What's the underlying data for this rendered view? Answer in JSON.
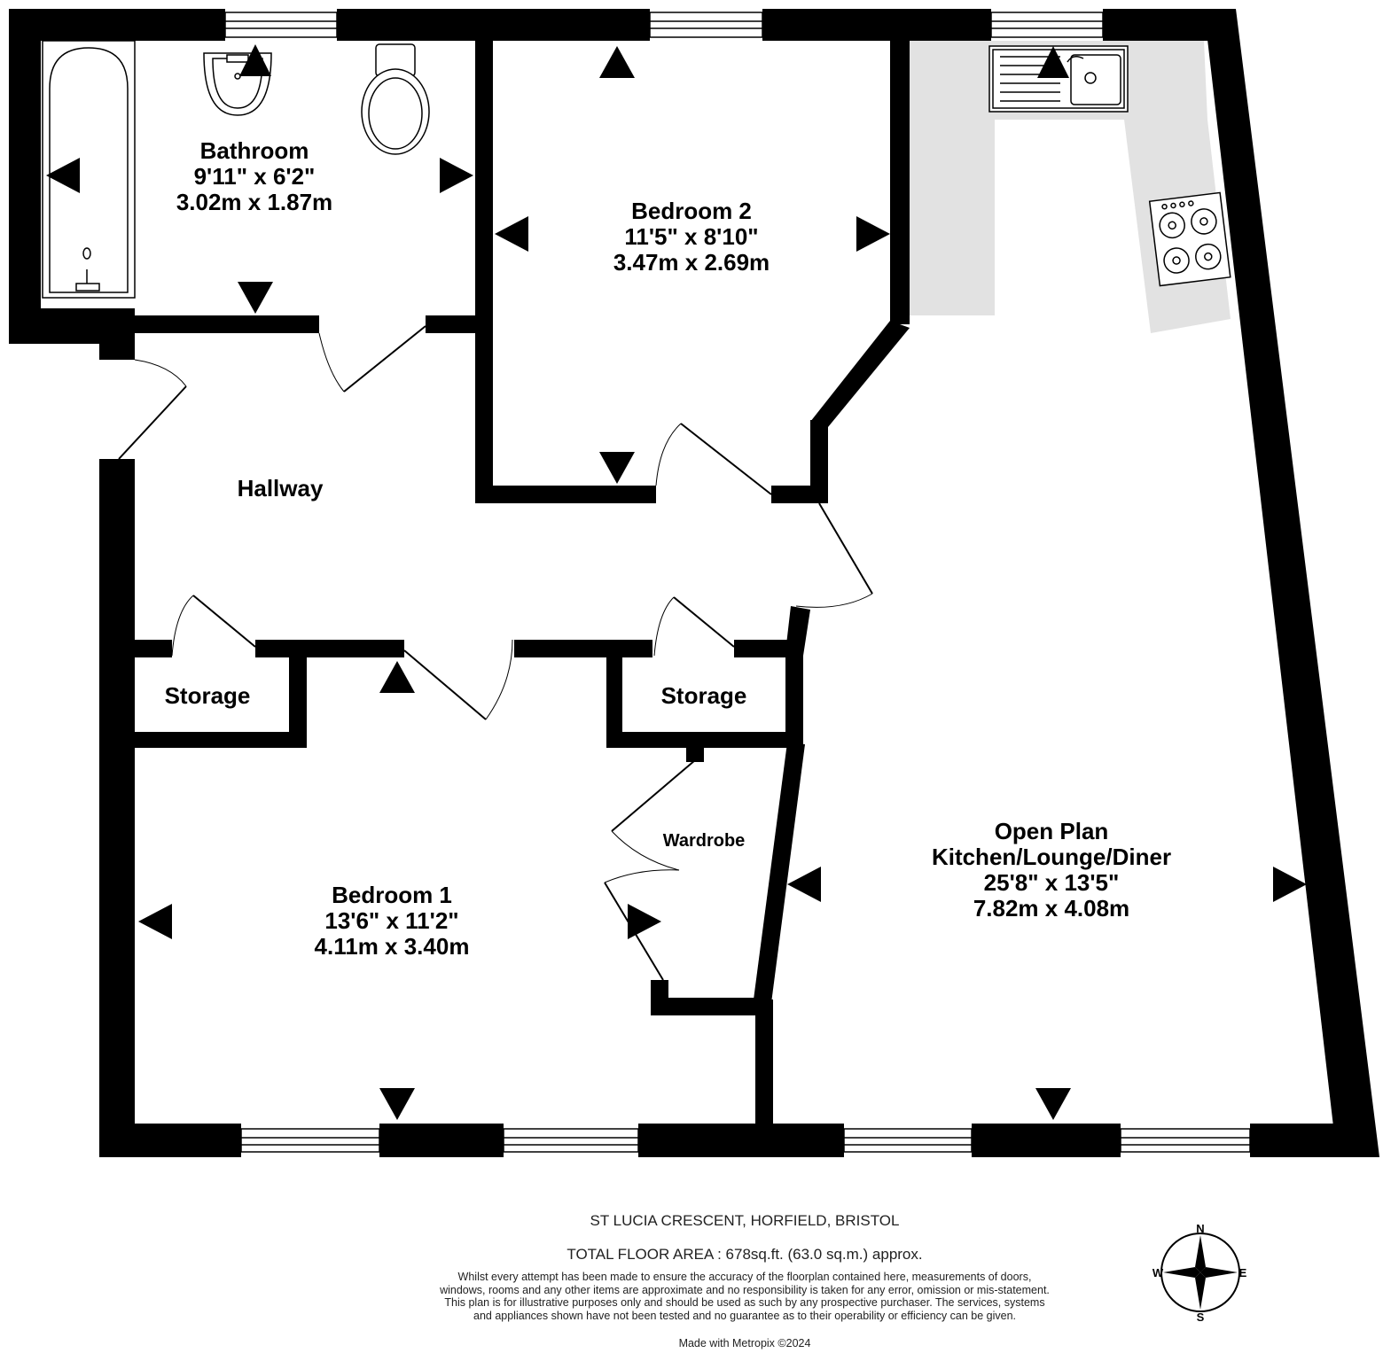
{
  "rooms": {
    "bathroom": {
      "name": "Bathroom",
      "imperial": "9'11\"  x 6'2\"",
      "metric": "3.02m  x 1.87m"
    },
    "bedroom2": {
      "name": "Bedroom 2",
      "imperial": "11'5\"  x 8'10\"",
      "metric": "3.47m  x 2.69m"
    },
    "hallway": {
      "name": "Hallway"
    },
    "storage_left": {
      "name": "Storage"
    },
    "storage_right": {
      "name": "Storage"
    },
    "wardrobe": {
      "name": "Wardrobe"
    },
    "bedroom1": {
      "name": "Bedroom 1",
      "imperial": "13'6\"  x 11'2\"",
      "metric": "4.11m  x 3.40m"
    },
    "open_plan": {
      "line1": "Open Plan",
      "line2": "Kitchen/Lounge/Diner",
      "imperial": "25'8\"  x 13'5\"",
      "metric": "7.82m  x 4.08m"
    }
  },
  "footer": {
    "address": "ST LUCIA CRESCENT, HORFIELD, BRISTOL",
    "total_area": "TOTAL FLOOR AREA : 678sq.ft. (63.0 sq.m.) approx.",
    "disclaimer": "Whilst every attempt has been made to ensure the accuracy of the floorplan contained here, measurements of doors, windows, rooms and any other items are approximate and no responsibility is taken for any error, omission or mis-statement. This plan is for illustrative purposes only and should be used as such by any prospective purchaser. The services, systems and appliances shown have not been tested and no guarantee as to their operability or efficiency can be given.",
    "credit": "Made with Metropix ©2024"
  },
  "compass": {
    "n": "N",
    "e": "E",
    "s": "S",
    "w": "W"
  },
  "colors": {
    "wall": "#000000",
    "kitchen_shade": "#e2e2e2",
    "window": "#ffffff"
  }
}
